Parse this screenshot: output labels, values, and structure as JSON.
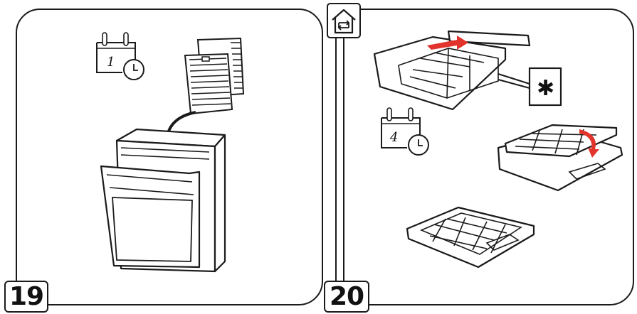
{
  "steps": [
    {
      "number": "19",
      "interval_value": "1"
    },
    {
      "number": "20",
      "interval_value": "4",
      "note_symbol": "✱"
    }
  ],
  "colors": {
    "stroke": "#1a1a1a",
    "accent": "#e2342d"
  },
  "icons": [
    "calendar-clock-icon",
    "home-recirculation-icon",
    "curved-arrow-icon",
    "asterisk-icon"
  ]
}
